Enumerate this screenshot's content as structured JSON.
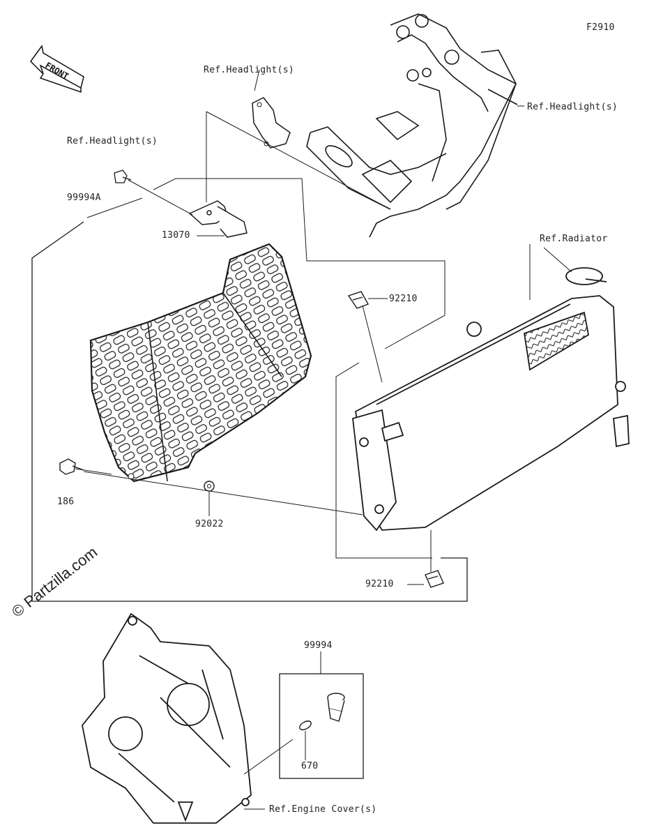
{
  "figure_code": "F2910",
  "orientation": {
    "arrow_label": "FRONT"
  },
  "watermark": "© Partzilla.com",
  "references": {
    "headlight_top": "Ref.Headlight(s)",
    "headlight_right": "Ref.Headlight(s)",
    "headlight_left": "Ref.Headlight(s)",
    "radiator": "Ref.Radiator",
    "engine_cover": "Ref.Engine Cover(s)"
  },
  "part_numbers": {
    "kit_main": "99994A",
    "bracket": "13070",
    "nut_upper": "92210",
    "nut_lower": "92210",
    "bolt": "186",
    "washer": "92022",
    "kit_cap": "99994",
    "oring": "670"
  },
  "colors": {
    "line": "#1a1a1a",
    "background": "#ffffff"
  }
}
